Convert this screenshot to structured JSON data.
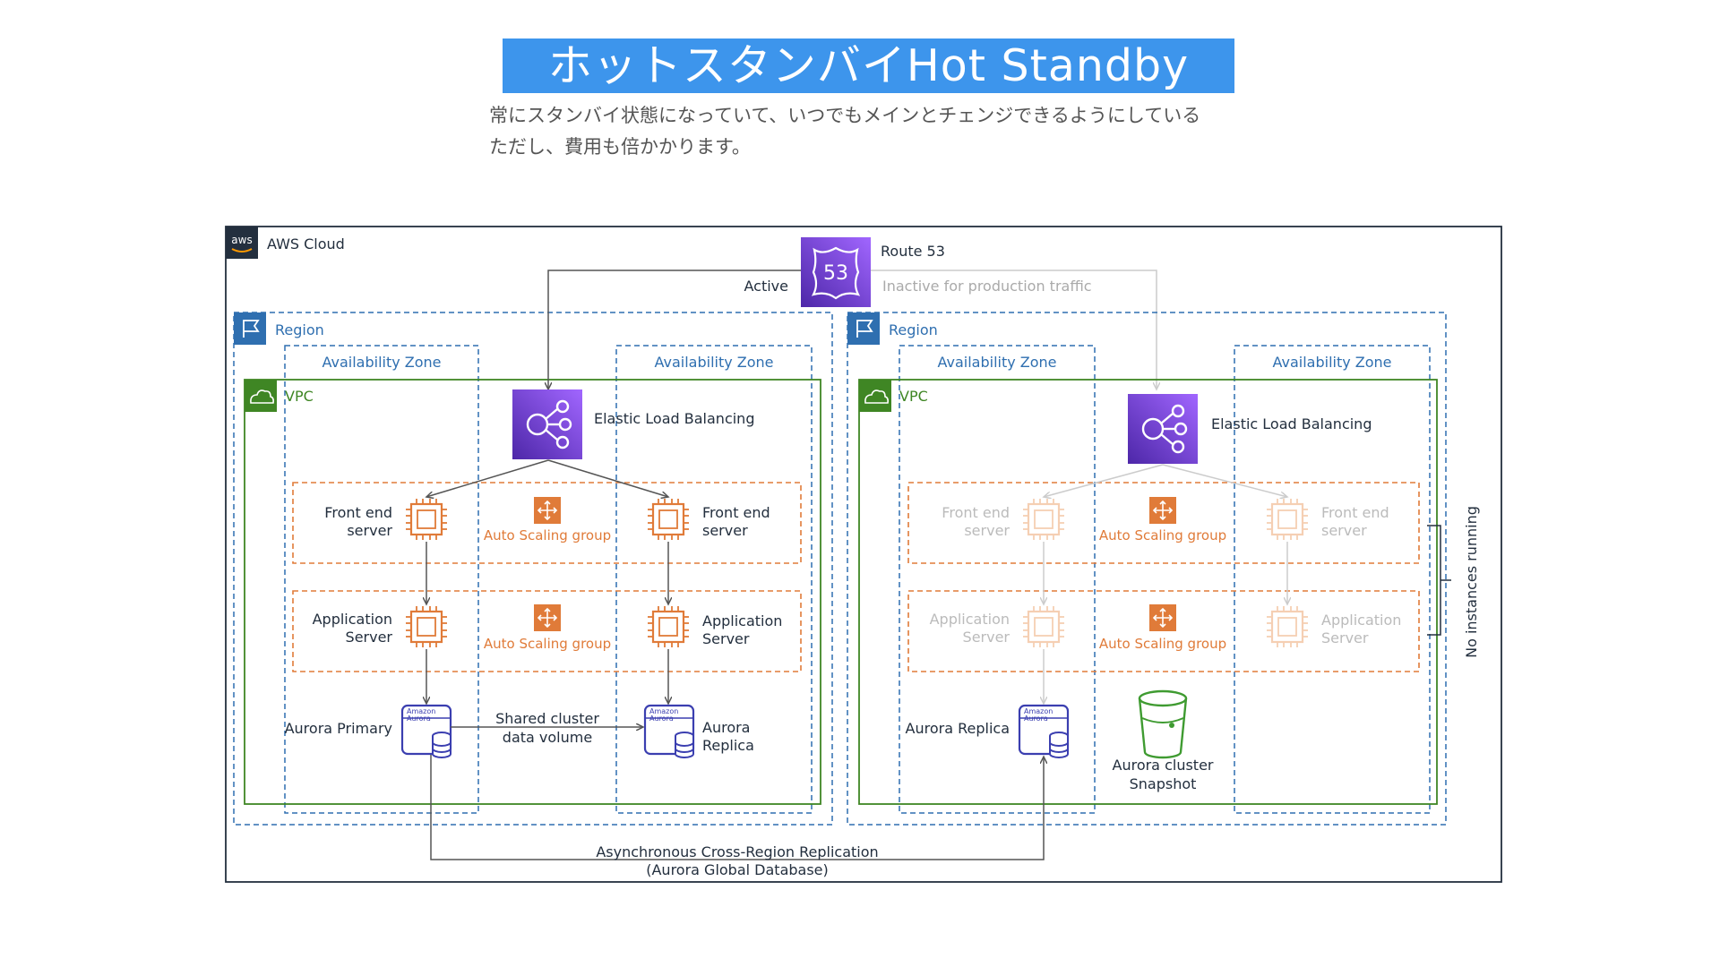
{
  "header": {
    "title": "ホットスタンバイHot Standby",
    "subtitle_line1": "常にスタンバイ状態になっていて、いつでもメインとチェンジできるようにしている",
    "subtitle_line2": "ただし、費用も倍かかります。"
  },
  "diagram": {
    "cloud_label": "AWS Cloud",
    "aws_logo_text": "aws",
    "route53": {
      "label": "Route 53",
      "badge": "53",
      "active_label": "Active",
      "inactive_label": "Inactive for production traffic"
    },
    "region_left": {
      "label": "Region",
      "az_left": "Availability Zone",
      "az_right": "Availability Zone",
      "vpc_label": "VPC",
      "elb_label": "Elastic Load Balancing",
      "frontend_left": [
        "Front end",
        "server"
      ],
      "frontend_right": [
        "Front end",
        "server"
      ],
      "asg_top": "Auto Scaling group",
      "app_left": [
        "Application",
        "Server"
      ],
      "app_right": [
        "Application",
        "Server"
      ],
      "asg_bottom": "Auto Scaling group",
      "aurora_primary": "Aurora Primary",
      "shared_volume": [
        "Shared cluster",
        "data volume"
      ],
      "aurora_replica": [
        "Aurora",
        "Replica"
      ],
      "aurora_icon_text": [
        "Amazon",
        "Aurora"
      ]
    },
    "region_right": {
      "label": "Region",
      "az_left": "Availability Zone",
      "az_right": "Availability Zone",
      "vpc_label": "VPC",
      "elb_label": "Elastic Load Balancing",
      "frontend_left": [
        "Front end",
        "server"
      ],
      "frontend_right": [
        "Front end",
        "server"
      ],
      "asg_top": "Auto Scaling group",
      "app_left": [
        "Application",
        "Server"
      ],
      "app_right": [
        "Application",
        "Server"
      ],
      "asg_bottom": "Auto Scaling group",
      "aurora_replica": "Aurora Replica",
      "snapshot": [
        "Aurora cluster",
        "Snapshot"
      ],
      "no_instances": "No instances  running",
      "aurora_icon_text": [
        "Amazon",
        "Aurora"
      ]
    },
    "replication": [
      "Asynchronous Cross-Region Replication",
      "(Aurora Global Database)"
    ]
  },
  "colors": {
    "title_band": "#3d95ec",
    "region_blue": "#2f6fb0",
    "vpc_green": "#3f8624",
    "asg_orange": "#e07b39",
    "elb_purple": "#7a3fd6",
    "aurora_navy": "#3b3fb0",
    "snapshot_green": "#3f9b31"
  }
}
